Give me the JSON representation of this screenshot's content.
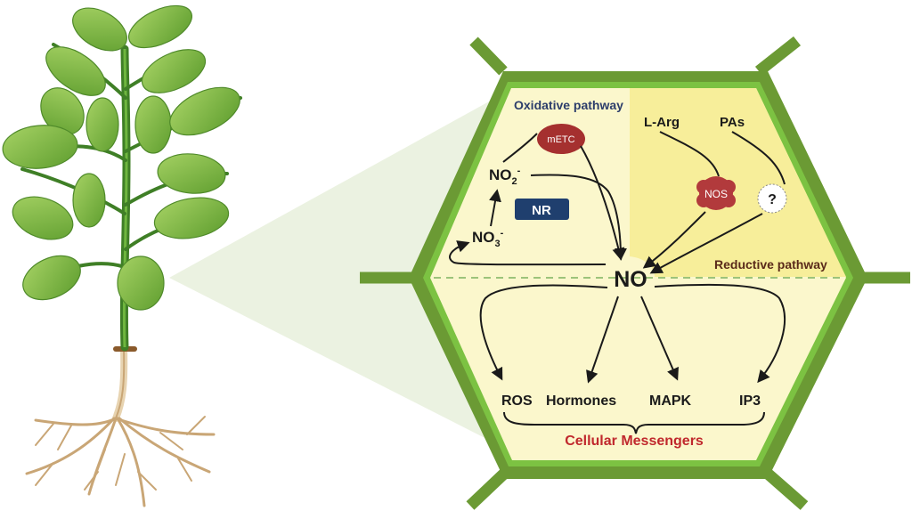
{
  "diagram": {
    "subject": "Nitric oxide (NO) synthesis and signaling in a plant cell",
    "plant": {
      "label": "plant-illustration"
    },
    "cell": {
      "oxidative_pathway": {
        "title": "Oxidative pathway",
        "title_color": "#2c3d6b",
        "nodes": {
          "metc": "mETC",
          "no2": "NO",
          "no2_sub": "2",
          "no2_sup": "-",
          "no3": "NO",
          "no3_sub": "3",
          "no3_sup": "-",
          "nr": "NR"
        }
      },
      "reductive_pathway": {
        "title": "Reductive pathway",
        "title_color": "#5a2a1a",
        "nodes": {
          "larg": "L-Arg",
          "pas": "PAs",
          "nos": "NOS",
          "unknown": "?"
        }
      },
      "center": "NO",
      "messengers": {
        "items": [
          "ROS",
          "Hormones",
          "MAPK",
          "IP3"
        ],
        "group_label": "Cellular Messengers",
        "group_label_color": "#c0282d"
      }
    },
    "colors": {
      "cell_wall": "#6b9a34",
      "cell_membrane": "#7cc242",
      "cytoplasm": "#fbf7cc",
      "reductive_region": "#f7ee9a",
      "metc_fill": "#a5302f",
      "nos_fill": "#b23a3c",
      "nr_fill": "#1f3f6e",
      "zoom_cone": "#e6efd9"
    }
  }
}
